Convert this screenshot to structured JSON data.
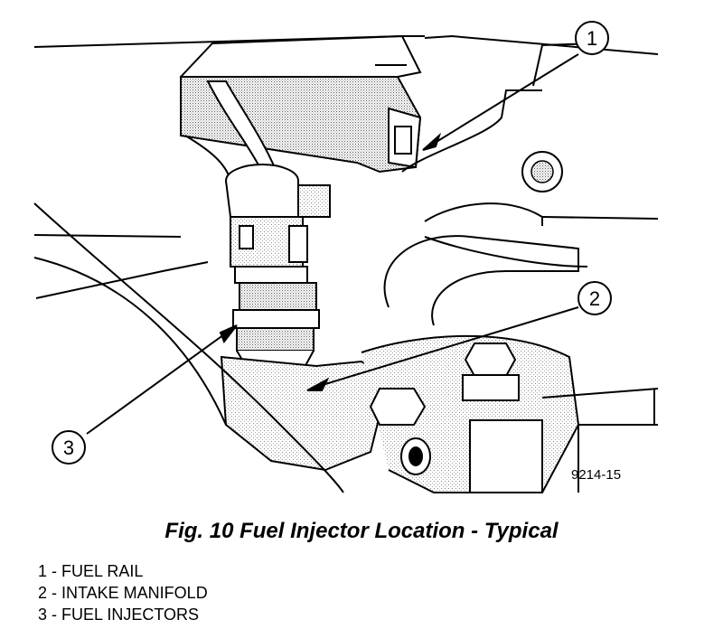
{
  "figure": {
    "callouts": [
      {
        "number": "1"
      },
      {
        "number": "2"
      },
      {
        "number": "3"
      }
    ],
    "figure_id": "9214-15"
  },
  "caption": "Fig. 10 Fuel Injector Location - Typical",
  "legend": [
    {
      "text": "1 - FUEL RAIL"
    },
    {
      "text": "2 - INTAKE MANIFOLD"
    },
    {
      "text": "3 - FUEL INJECTORS"
    }
  ]
}
